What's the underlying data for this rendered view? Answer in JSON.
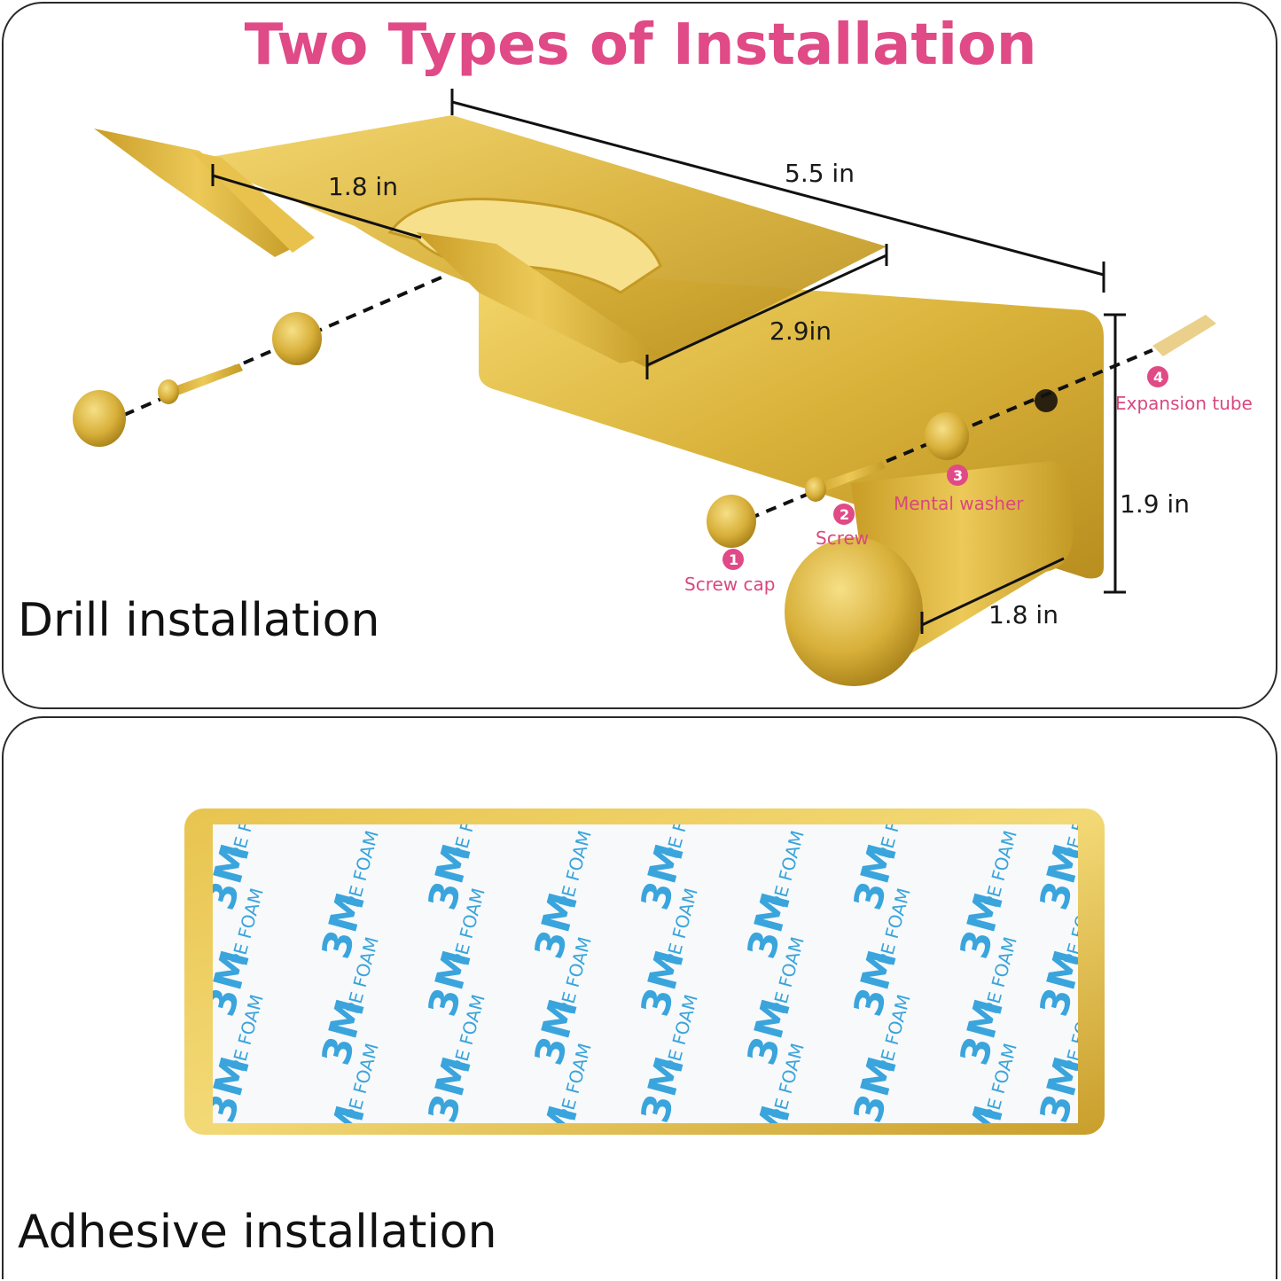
{
  "title": "Two Types of Installation",
  "drill": {
    "label": "Drill installation",
    "dimensions": {
      "hook_length": "5.5 in",
      "top_depth": "1.8 in",
      "arm_width": "2.9in",
      "height": "1.9 in",
      "peg_length": "1.8 in"
    },
    "parts": [
      {
        "number": "1",
        "name": "Screw cap"
      },
      {
        "number": "2",
        "name": "Screw"
      },
      {
        "number": "3",
        "name": "Mental washer"
      },
      {
        "number": "4",
        "name": "Expansion tube"
      }
    ]
  },
  "adhesive": {
    "label": "Adhesive installation",
    "tape_brand": "3M",
    "tape_text": "PE FOAM"
  },
  "colors": {
    "title": "#e04a86",
    "gold": "#d9b23a",
    "tape_blue": "#3aa4dc"
  }
}
